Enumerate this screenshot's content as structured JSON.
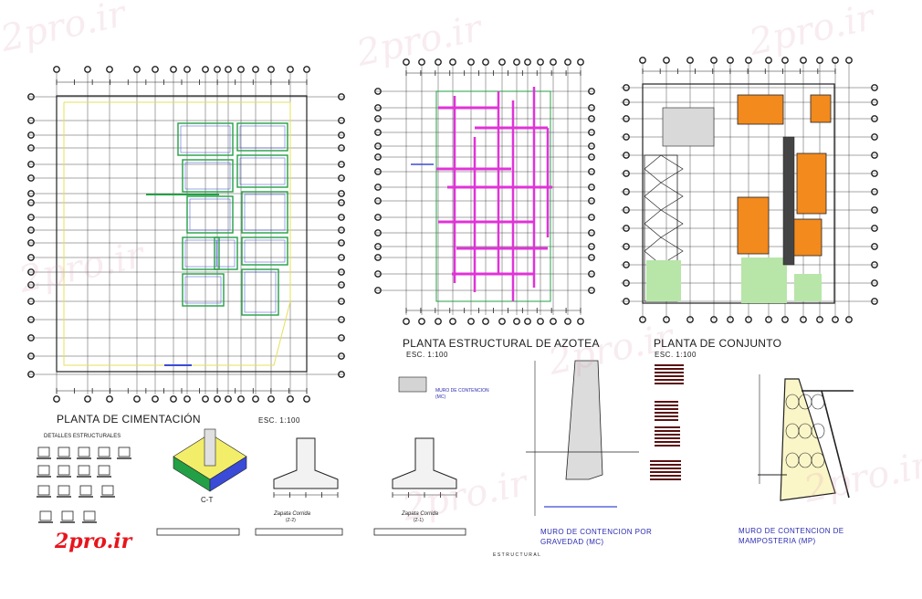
{
  "drawing": {
    "foundation_plan": {
      "title": "PLANTA DE CIMENTACIÓN",
      "scale": "ESC. 1:100"
    },
    "roof_structural_plan": {
      "title": "PLANTA ESTRUCTURAL DE AZOTEA",
      "scale": "ESC. 1:100"
    },
    "site_plan": {
      "title": "PLANTA DE CONJUNTO",
      "scale": "ESC. 1:100"
    },
    "structural_details": {
      "label": "DETALLES ESTRUCTURALES",
      "iso_label": "C-T"
    },
    "strip_footing_1": {
      "label": "Zapata Corrida",
      "sub": "(Z-2)"
    },
    "strip_footing_2": {
      "label": "Zapata Corrida",
      "sub": "(Z-1)"
    },
    "legend": {
      "label": "MURO DE CONTENCION",
      "code": "(MC)"
    },
    "gravity_wall": {
      "line1": "MURO DE CONTENCION POR",
      "line2": "GRAVEDAD    (MC)"
    },
    "masonry_wall": {
      "line1": "MURO DE CONTENCION DE",
      "line2": "MAMPOSTERIA  (MP)"
    },
    "footer": {
      "label": "ESTRUCTURAL"
    },
    "logo_text": "2pro.ir",
    "watermark_text": "2pro.ir",
    "colors": {
      "cad_line": "#222222",
      "beam_magenta": "#e033d8",
      "footing_blue": "#3a4bd8",
      "grid_green": "#23a045",
      "room_orange": "#f28a1e",
      "hatch_green": "#b7e6a8",
      "title_blue": "#2a2ab0",
      "logo_red": "#e8141c"
    }
  }
}
